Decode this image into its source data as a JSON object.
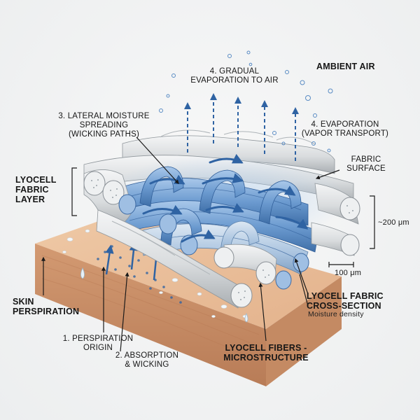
{
  "labels": {
    "ambient_air": "AMBIENT AIR",
    "step4_gradual": "4. GRADUAL\nEVAPORATION TO AIR",
    "step3_lateral": "3. LATERAL MOISTURE\nSPREADING\n(WICKING PATHS)",
    "step4_vapor": "4. EVAPORATION\n(VAPOR TRANSPORT)",
    "fabric_surface": "FABRIC\nSURFACE",
    "lyocell_layer": "LYOCELL\nFABRIC\nLAYER",
    "thickness": "~200 μm",
    "scale": "100 μm",
    "skin_perspiration": "SKIN\nPERSPIRATION",
    "cross_section": "LYOCELL FABRIC\nCROSS-SECTION",
    "moisture_density": "Moisture density",
    "step1": "1. PERSPIRATION\nORIGIN",
    "step2": "2. ABSORPTION\n& WICKING",
    "microstructure": "LYOCELL FIBERS -\nMICROSTRUCTURE"
  },
  "colors": {
    "skin": "#e6bb96",
    "skin_side": "#c98f68",
    "fiber_white": "#e3e5e6",
    "fiber_blue": "#6c9bd0",
    "arrow_blue": "#2f63a3",
    "text": "#161616"
  },
  "icons": [
    "water-droplet-icon",
    "vapor-bubble-icon",
    "arrow-up-icon",
    "curved-flow-arrow-icon"
  ]
}
